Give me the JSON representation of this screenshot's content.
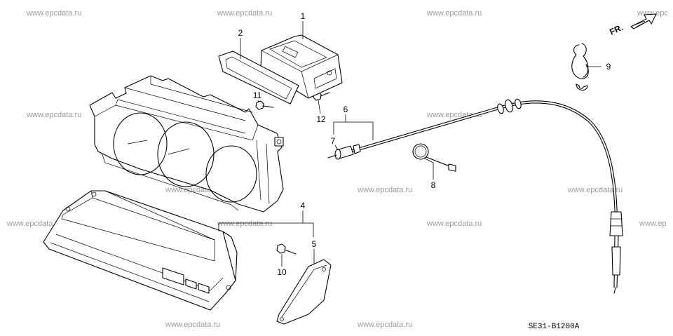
{
  "watermarks": [
    "www.epcdata.ru",
    "www.epcdata.ru",
    "www.epcdata.ru",
    "www.epc",
    "www.epcdata.ru",
    "www.epcdata.ru",
    "www.epcdata.ru",
    "www.epcdata.ru",
    "www.epcdata.ru",
    "www.epcdata.ru",
    "www.epcdata.ru",
    "www.epcdata.ru",
    "www.ep",
    "www.epcdata.ru",
    "www.epcdata.ru"
  ],
  "diagram": {
    "code": "SE31-B1200A",
    "direction_label": "FR.",
    "callouts": {
      "part_1": "1",
      "part_2": "2",
      "part_4": "4",
      "part_5": "5",
      "part_6": "6",
      "part_7": "7",
      "part_8": "8",
      "part_9": "9",
      "part_10": "10",
      "part_11": "11",
      "part_12": "12"
    }
  }
}
